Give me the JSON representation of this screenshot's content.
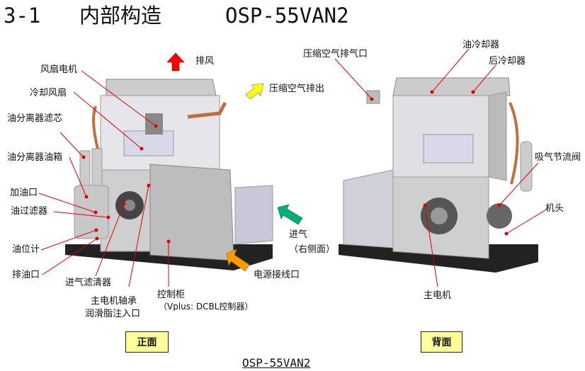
{
  "title": {
    "section": "3-1",
    "heading": "内部构造",
    "model": "OSP-55VAN2"
  },
  "front_labels": {
    "exhaust": "排风",
    "fan_motor": "风扇电机",
    "cooling_fan": "冷却风扇",
    "separator_element": "油分离器滤芯",
    "separator_tank": "油分离器油箱",
    "oil_fill": "加油口",
    "oil_filter": "油过滤器",
    "oil_level": "油位计",
    "oil_drain": "排油口",
    "air_filter": "进气滤清器",
    "bearing_line1": "主电机轴承",
    "bearing_line2": "润滑脂注入口",
    "control_panel": "控制柜",
    "controller": "（Vplus: DCBL控制器）",
    "power_inlet": "电源接线口",
    "air_intake": "进气",
    "intake_side": "（右侧面）",
    "compressed_air_out": "压缩空气排出"
  },
  "back_labels": {
    "discharge_port": "压缩空气排气口",
    "oil_cooler": "油冷却器",
    "after_cooler": "后冷却器",
    "intake_valve": "吸气节流阀",
    "airend": "机头",
    "main_motor": "主电机"
  },
  "views": {
    "front": "正面",
    "back": "背面"
  },
  "footer": "OSP-55VAN2",
  "colors": {
    "leader": "#e00000",
    "exhaust_arrow": "#ff0000",
    "air_out_arrow": "#ffff00",
    "intake_arrow": "#00b070",
    "power_arrow": "#ff9900",
    "view_box": "#ffff99"
  }
}
